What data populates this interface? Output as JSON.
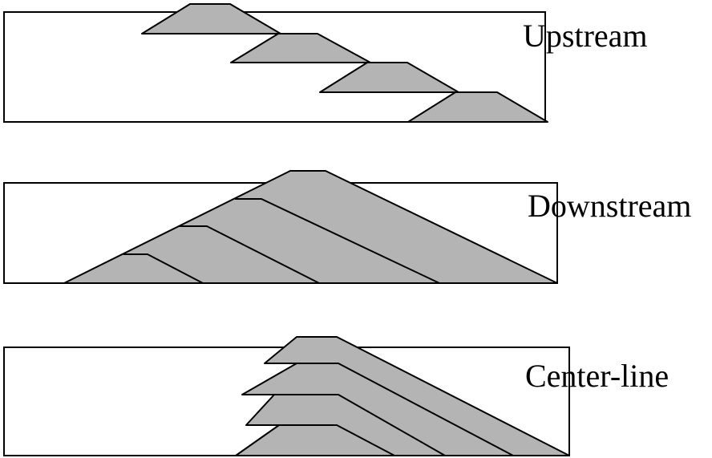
{
  "figure": {
    "labels": {
      "upstream": "Upstream",
      "downstream": "Downstream",
      "centerline": "Center-line"
    },
    "colors": {
      "background": "#ffffff",
      "stroke": "#000000",
      "dike_fill": "#b4b4b4",
      "tailings_fill": "#ffffff"
    }
  }
}
